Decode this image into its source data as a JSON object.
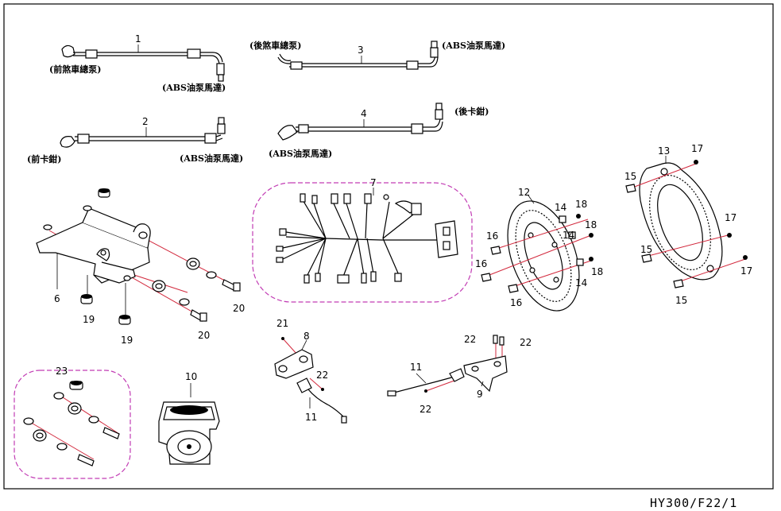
{
  "diagram": {
    "sheet_code": "HY300/F22/1",
    "colors": {
      "leader_line": "#d2283c",
      "group_outline": "#c23cb4",
      "ink": "#000000"
    },
    "labels": {
      "p1": "1",
      "p2": "2",
      "p3": "3",
      "p4": "4",
      "p6": "6",
      "p7": "7",
      "p8": "8",
      "p9": "9",
      "p10": "10",
      "p11": "11",
      "p12": "12",
      "p13": "13",
      "p14": "14",
      "p15": "15",
      "p16": "16",
      "p17": "17",
      "p18": "18",
      "p19": "19",
      "p20": "20",
      "p21": "21",
      "p22": "22",
      "p23": "23"
    },
    "captions": {
      "front_master_pump": "(前煞車總泵)",
      "abs_motor_1": "(ABS油泵馬達)",
      "rear_master_pump": "(後煞車總泵)",
      "abs_motor_3": "(ABS油泵馬達)",
      "front_caliper": "(前卡鉗)",
      "abs_motor_2": "(ABS油泵馬達)",
      "rear_caliper": "(後卡鉗)",
      "abs_motor_4": "(ABS油泵馬達)"
    }
  }
}
